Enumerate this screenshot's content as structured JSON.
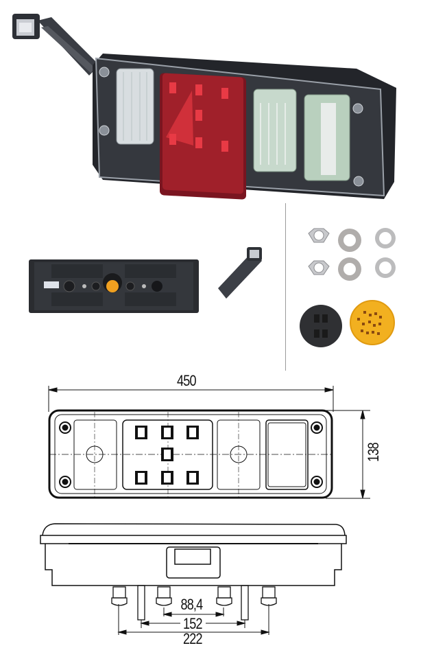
{
  "product": {
    "type": "rear combination lamp with side marker arm",
    "photo_front": {
      "lens_sections": [
        "clear/white reversing",
        "red with triangular reflector",
        "clear/green",
        "clear/green"
      ]
    },
    "photo_rear": {
      "connector_color": "#f0a020"
    },
    "accessories": {
      "items": [
        "hex-nut",
        "flat-washer",
        "spring-washer",
        "hex-nut",
        "flat-washer",
        "spring-washer",
        "black-connector-cap",
        "yellow-multipin-connector"
      ]
    }
  },
  "drawing_front": {
    "width_label": "450",
    "height_label": "138"
  },
  "drawing_bottom": {
    "dim_inner_label": "88,4",
    "dim_middle_label": "152",
    "dim_outer_label": "222"
  },
  "colors": {
    "lamp_red": "#b01820",
    "lamp_housing": "#2a2c30",
    "connector_yellow": "#f2b020",
    "line": "#111111"
  }
}
